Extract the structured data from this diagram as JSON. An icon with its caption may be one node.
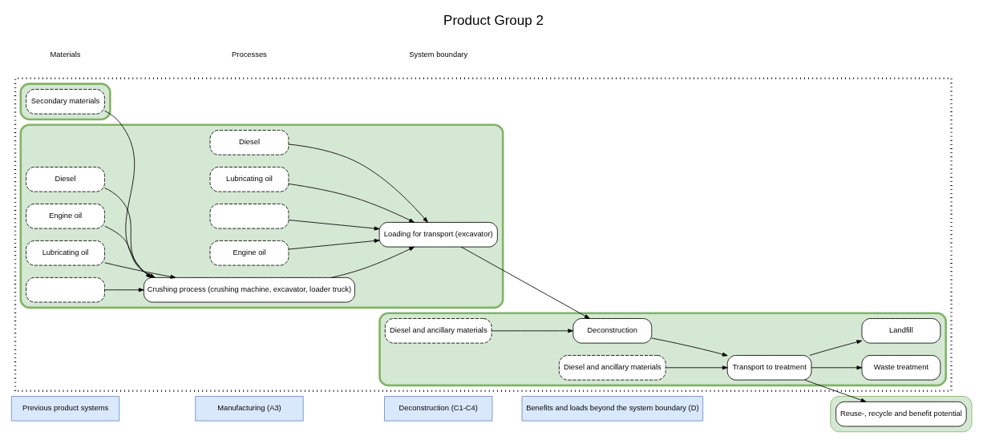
{
  "diagram": {
    "title": "Product Group 2",
    "nodes": [
      {
        "text": [
          "Previous product systems"
        ]
      },
      {
        "text": [
          "Manufacturing (A3)"
        ]
      },
      {
        "text": [
          "Deconstruction (C1-C4)"
        ]
      },
      {
        "text": [
          "Benefits and loads beyond the system boundary (D)"
        ]
      },
      {
        "text": [],
        "shape": "box"
      },
      {
        "text": [],
        "shape": "box",
        "in": 4
      },
      {
        "text": [
          "Secondary materials"
        ],
        "in": 5
      },
      {
        "text": [],
        "shape": "box",
        "in": 4
      },
      {
        "text": [
          "Diesel"
        ],
        "in": 7
      },
      {
        "text": [
          "Lubricating oil"
        ],
        "in": 7
      },
      {
        "text": [],
        "shape": "box",
        "in": 7
      },
      {
        "text": [
          "Engine oil"
        ],
        "in": 7
      },
      {
        "text": [
          "Diesel"
        ],
        "in": 7
      },
      {
        "text": [
          "Engine oil"
        ],
        "in": 7
      },
      {
        "text": [
          "Lubricating oil"
        ],
        "in": 7
      },
      {
        "text": [],
        "shape": "box",
        "in": 7
      },
      {
        "text": [
          "Crushing process (crushing machine, excavator, loader truck)"
        ],
        "in": 7
      },
      {
        "text": [
          "Loading for transport (excavator)"
        ],
        "in": 7
      },
      {
        "text": [],
        "shape": "box",
        "in": 4
      },
      {
        "text": [
          "Waste treatment"
        ],
        "in": 18
      },
      {
        "text": [
          "Landfill"
        ],
        "in": 18
      },
      {
        "text": [
          "Deconstruction"
        ],
        "in": 18
      },
      {
        "text": [
          "Transport to treatment"
        ],
        "in": 18
      },
      {
        "text": [
          "Diesel and ancillary materials"
        ],
        "in": 18
      },
      {
        "text": [
          "Diesel and ancillary materials"
        ],
        "in": 18
      },
      {
        "text": [],
        "shape": "box"
      },
      {
        "text": [
          "Reuse-, recycle and benefit potential"
        ],
        "in": 25
      }
    ],
    "edges": [
      {
        "from": 6,
        "to": 16,
        "arrow": "to"
      },
      {
        "from": 12,
        "to": 16,
        "arrow": "to"
      },
      {
        "from": 13,
        "to": 16,
        "arrow": "to"
      },
      {
        "from": 14,
        "to": 16,
        "arrow": "to"
      },
      {
        "from": 15,
        "to": 16,
        "arrow": "to"
      },
      {
        "from": 8,
        "to": 17,
        "arrow": "to"
      },
      {
        "from": 9,
        "to": 17,
        "arrow": "to"
      },
      {
        "from": 10,
        "to": 17,
        "arrow": "to"
      },
      {
        "from": 11,
        "to": 17,
        "arrow": "to"
      },
      {
        "from": 16,
        "to": 17,
        "arrow": "to"
      },
      {
        "from": 17,
        "to": 21,
        "arrow": "to"
      },
      {
        "from": 23,
        "to": 21,
        "arrow": "to"
      },
      {
        "from": 21,
        "to": 22,
        "arrow": "to"
      },
      {
        "from": 24,
        "to": 22,
        "arrow": "to"
      },
      {
        "from": 22,
        "to": 19,
        "arrow": "to"
      },
      {
        "from": 22,
        "to": 20,
        "arrow": "to"
      },
      {
        "from": 22,
        "to": 26,
        "arrow": "to"
      }
    ],
    "legend": [
      {
        "text": "Materials"
      },
      {
        "text": "Processes"
      },
      {
        "text": "System boundary"
      }
    ]
  }
}
